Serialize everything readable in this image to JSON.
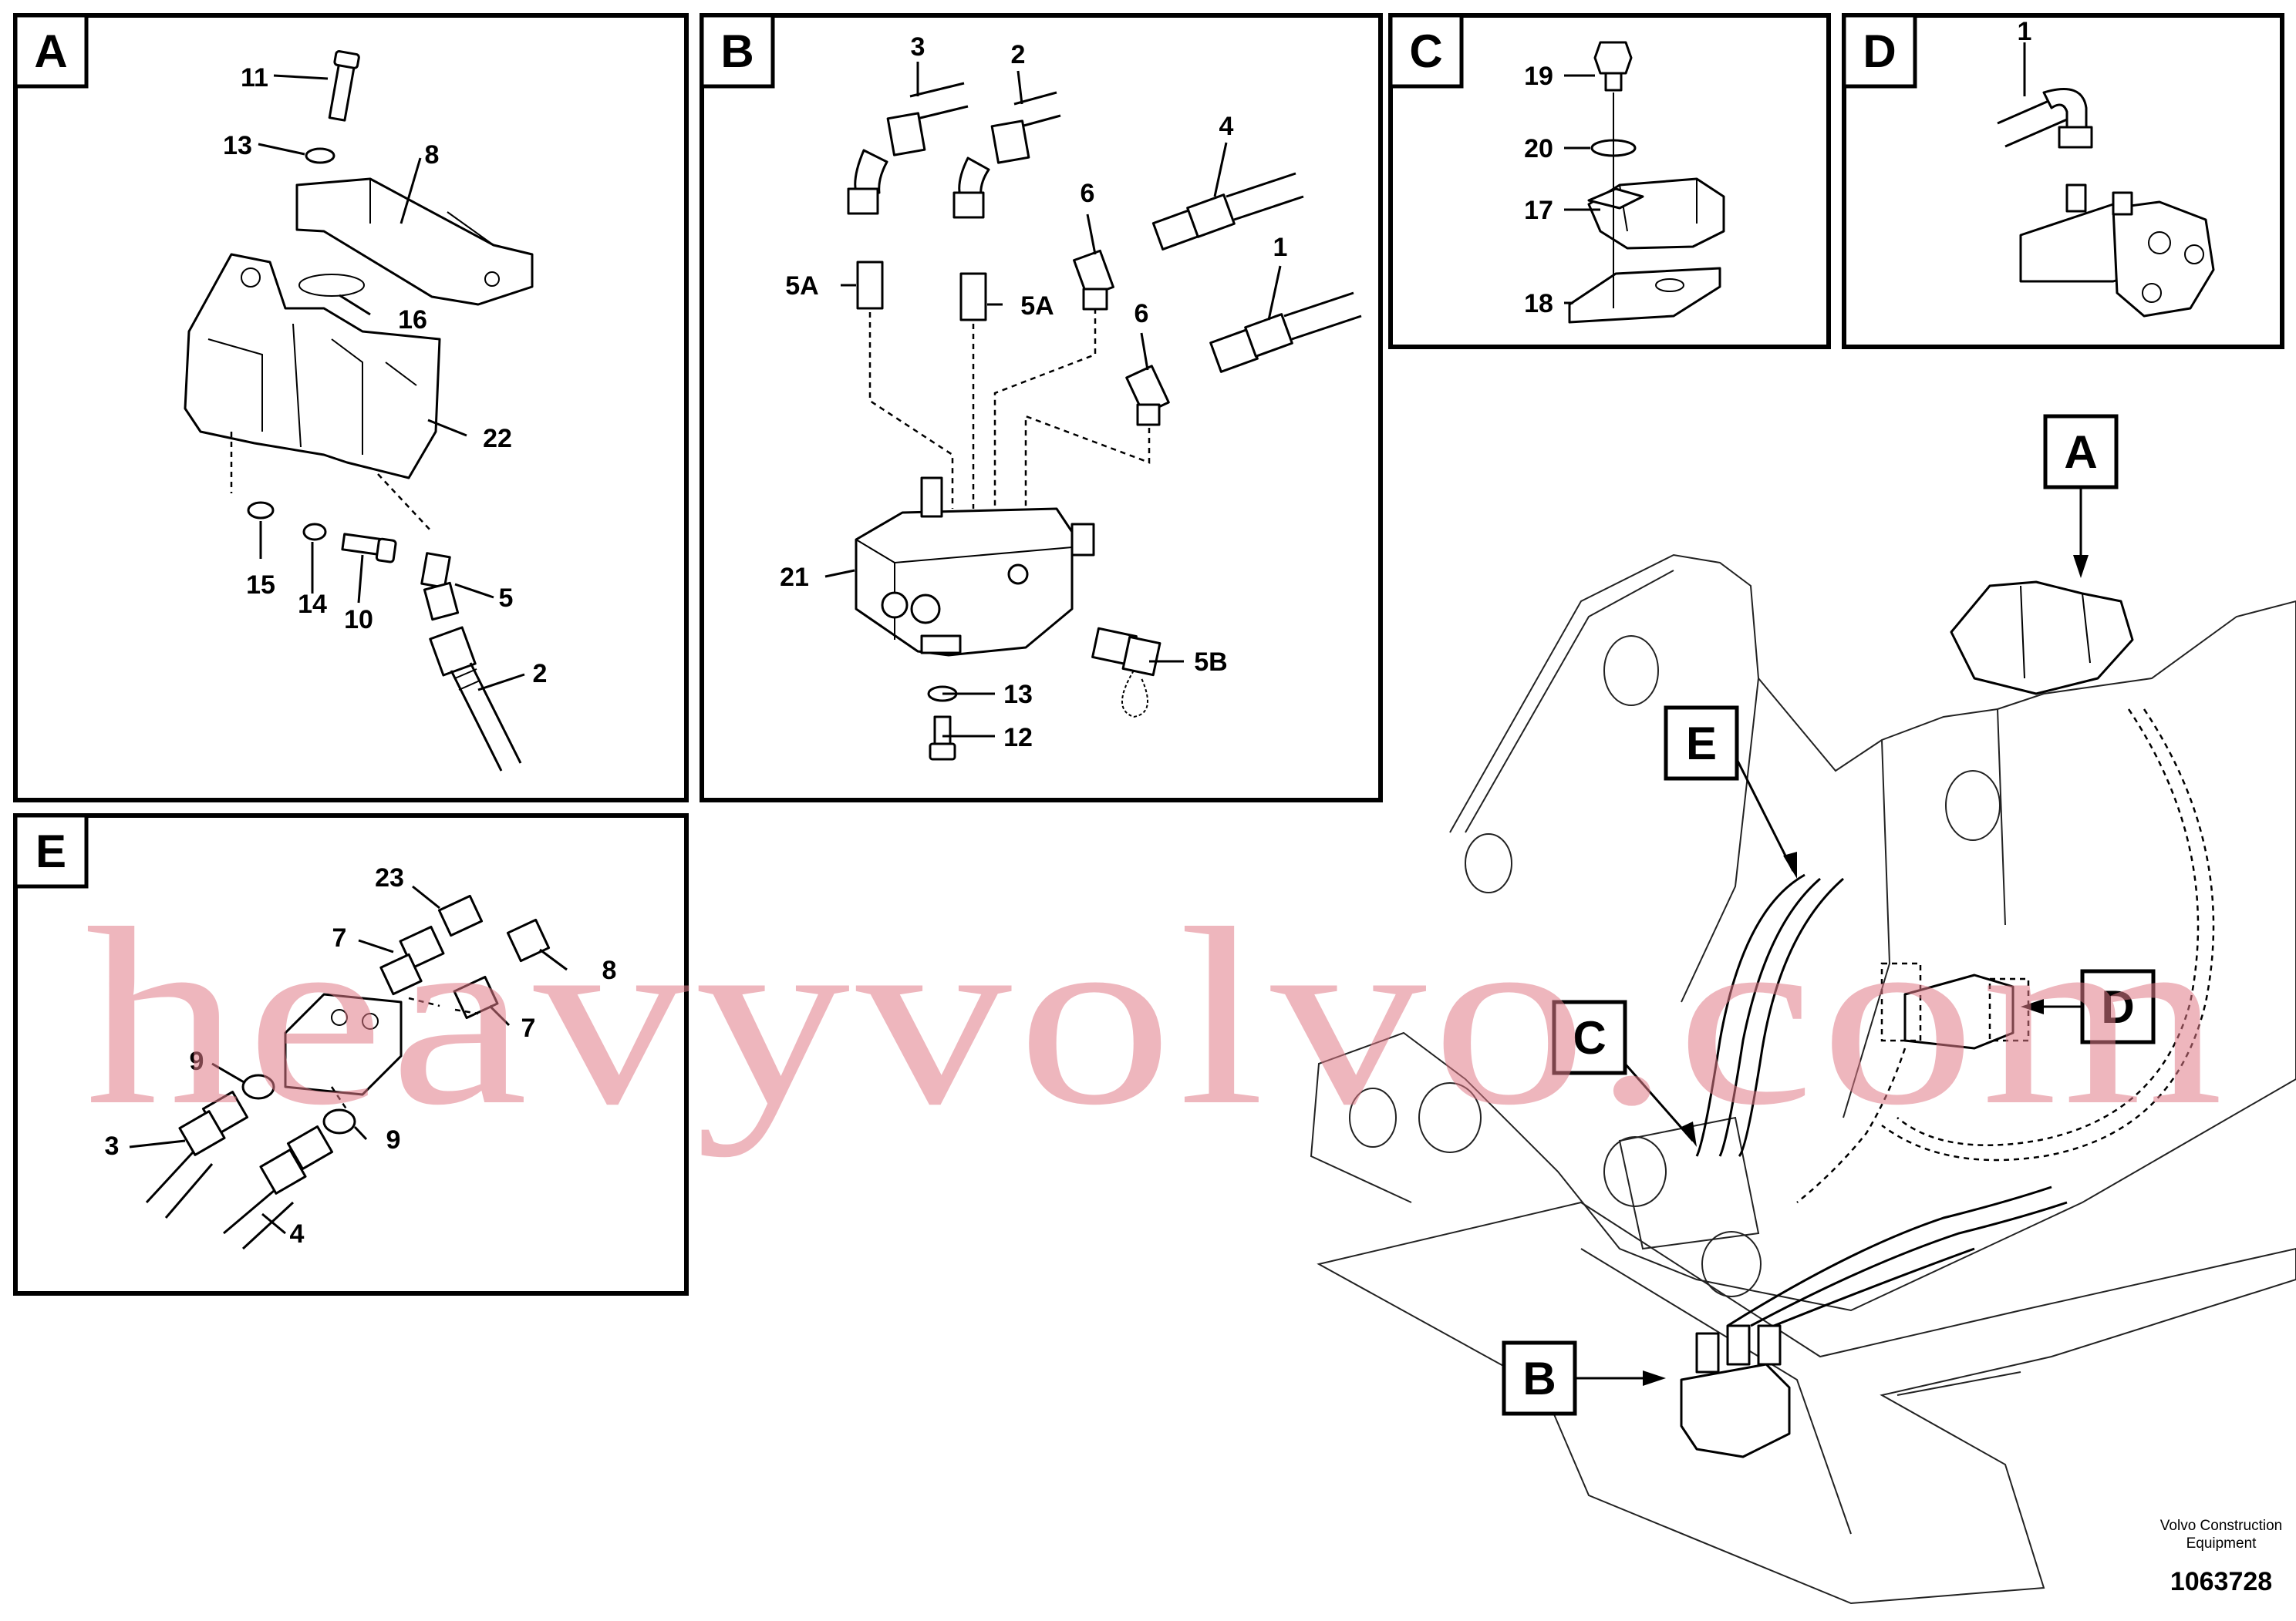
{
  "panels": {
    "A": {
      "tag": "A",
      "callouts": [
        "11",
        "13",
        "8",
        "16",
        "22",
        "15",
        "14",
        "10",
        "5",
        "2"
      ]
    },
    "B": {
      "tag": "B",
      "callouts": [
        "3",
        "2",
        "4",
        "6",
        "1",
        "5A",
        "5A",
        "6",
        "21",
        "5B",
        "13",
        "12"
      ]
    },
    "C": {
      "tag": "C",
      "callouts": [
        "19",
        "20",
        "17",
        "18"
      ]
    },
    "D": {
      "tag": "D",
      "callouts": [
        "1"
      ]
    },
    "E": {
      "tag": "E",
      "callouts": [
        "23",
        "7",
        "8",
        "7",
        "9",
        "9",
        "3",
        "4"
      ]
    }
  },
  "overview": {
    "tags": [
      "A",
      "E",
      "C",
      "D",
      "B"
    ]
  },
  "watermark": "heavyvolvo.com",
  "footer": {
    "company": "Volvo Construction",
    "company_line2": "Equipment",
    "doc_number": "1063728"
  },
  "colors": {
    "watermark": "#e07a86",
    "lines": "#000000",
    "background": "#ffffff"
  }
}
